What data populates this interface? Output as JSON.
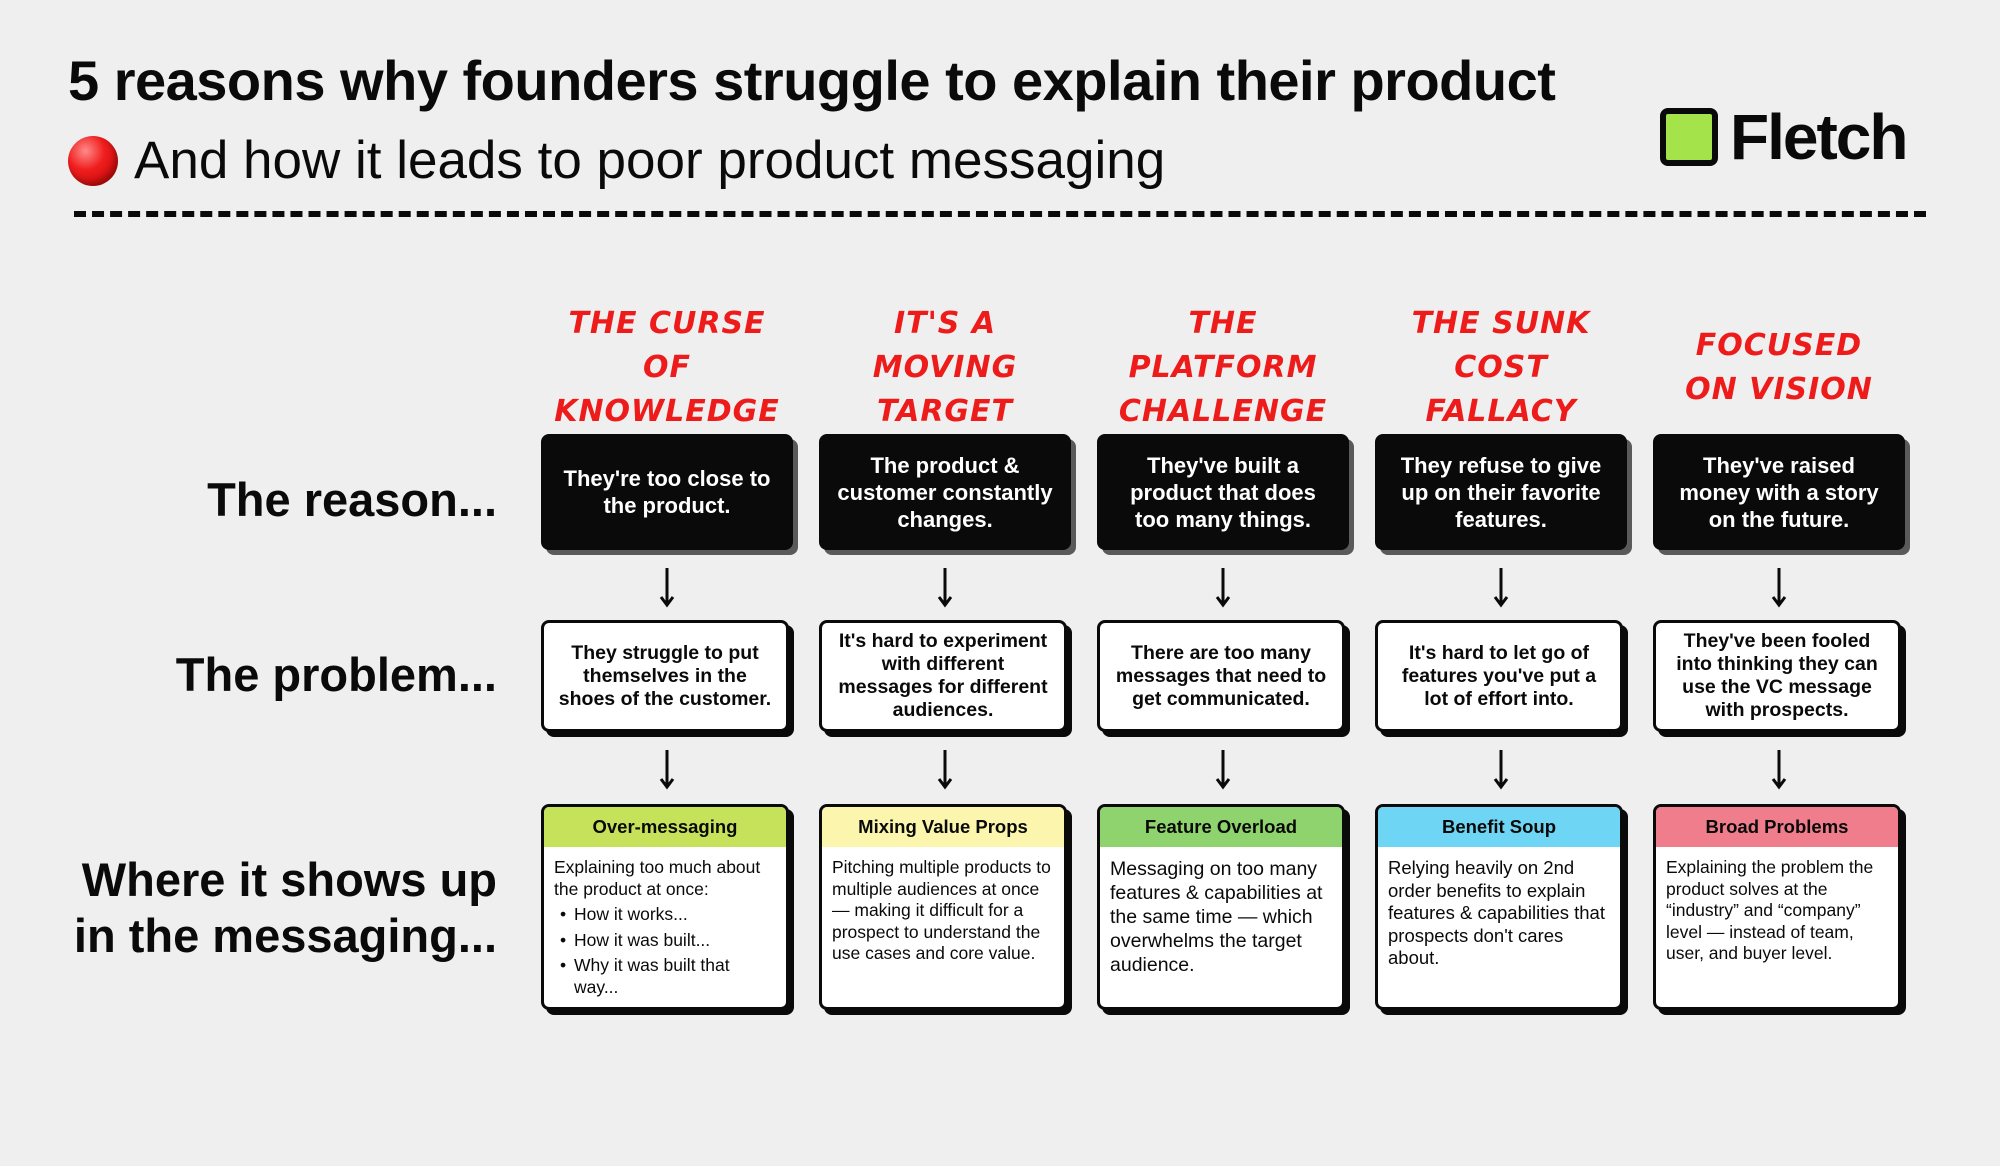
{
  "header": {
    "title": "5 reasons why founders struggle to explain their product",
    "subtitle": "And how it leads to poor product messaging"
  },
  "brand": {
    "name": "Fletch",
    "accent_color": "#a4e34a"
  },
  "row_labels": {
    "reason": "The reason...",
    "problem": "The problem...",
    "where_line1": "Where it shows up",
    "where_line2": "in the messaging..."
  },
  "columns": [
    {
      "title": "The curse\nof Knowledge",
      "reason": "They're too close to the product.",
      "problem": "They struggle to put themselves in the shoes of the customer.",
      "where_title": "Over-messaging",
      "where_color": "#c6e25a",
      "where_text": "Explaining too much about the product at once:",
      "where_bullets": [
        "How it works...",
        "How it was built...",
        "Why it was built that way..."
      ]
    },
    {
      "title": "It's a\nmoving target",
      "reason": "The product & customer constantly changes.",
      "problem": "It's hard to experiment with different messages for different audiences.",
      "where_title": "Mixing Value Props",
      "where_color": "#fbf5ad",
      "where_text": "Pitching multiple products to multiple audiences at once — making it difficult for a prospect to understand the use cases and core value.",
      "where_bullets": []
    },
    {
      "title": "The platform\nchallenge",
      "reason": "They've built a product that does too many things.",
      "problem": "There are too many messages that need to get communicated.",
      "where_title": "Feature Overload",
      "where_color": "#8fd36e",
      "where_text": "Messaging on too many features & capabilities at the same time — which overwhelms the target audience.",
      "where_bullets": []
    },
    {
      "title": "The sunk\ncost fallacy",
      "reason": "They refuse to give up on their favorite features.",
      "problem": "It's hard to let go of features you've put a lot of effort into.",
      "where_title": "Benefit Soup",
      "where_color": "#6fd5f4",
      "where_text": "Relying heavily on 2nd order benefits to explain features & capabilities that prospects don't cares about.",
      "where_bullets": []
    },
    {
      "title": "Focused\non vision",
      "reason": "They've raised money with a story on the future.",
      "problem": "They've been fooled into thinking they can use the VC message with prospects.",
      "where_title": "Broad Problems",
      "where_color": "#ef7d8c",
      "where_text": "Explaining the problem the product solves at the “industry” and “company” level — instead of team, user, and buyer level.",
      "where_bullets": []
    }
  ]
}
